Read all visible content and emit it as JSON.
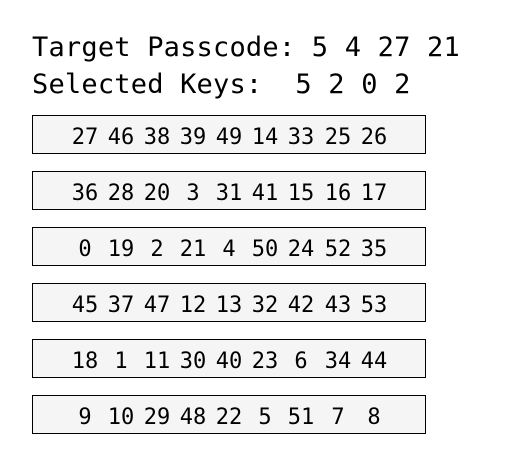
{
  "target": {
    "label": "Target Passcode:",
    "code": [
      "5",
      "4",
      "27",
      "21"
    ]
  },
  "selected": {
    "label": "Selected Keys:",
    "keys": [
      "5",
      "2",
      "0",
      "2"
    ]
  },
  "keypad": {
    "rows": [
      [
        "27",
        "46",
        "38",
        "39",
        "49",
        "14",
        "33",
        "25",
        "26"
      ],
      [
        "36",
        "28",
        "20",
        "3",
        "31",
        "41",
        "15",
        "16",
        "17"
      ],
      [
        "0",
        "19",
        "2",
        "21",
        "4",
        "50",
        "24",
        "52",
        "35"
      ],
      [
        "45",
        "37",
        "47",
        "12",
        "13",
        "32",
        "42",
        "43",
        "53"
      ],
      [
        "18",
        "1",
        "11",
        "30",
        "40",
        "23",
        "6",
        "34",
        "44"
      ],
      [
        "9",
        "10",
        "29",
        "48",
        "22",
        "5",
        "51",
        "7",
        "8"
      ]
    ]
  },
  "colors": {
    "row_background": "#f5f5f5",
    "row_border": "#000000",
    "text": "#000000",
    "page_background": "#ffffff"
  }
}
